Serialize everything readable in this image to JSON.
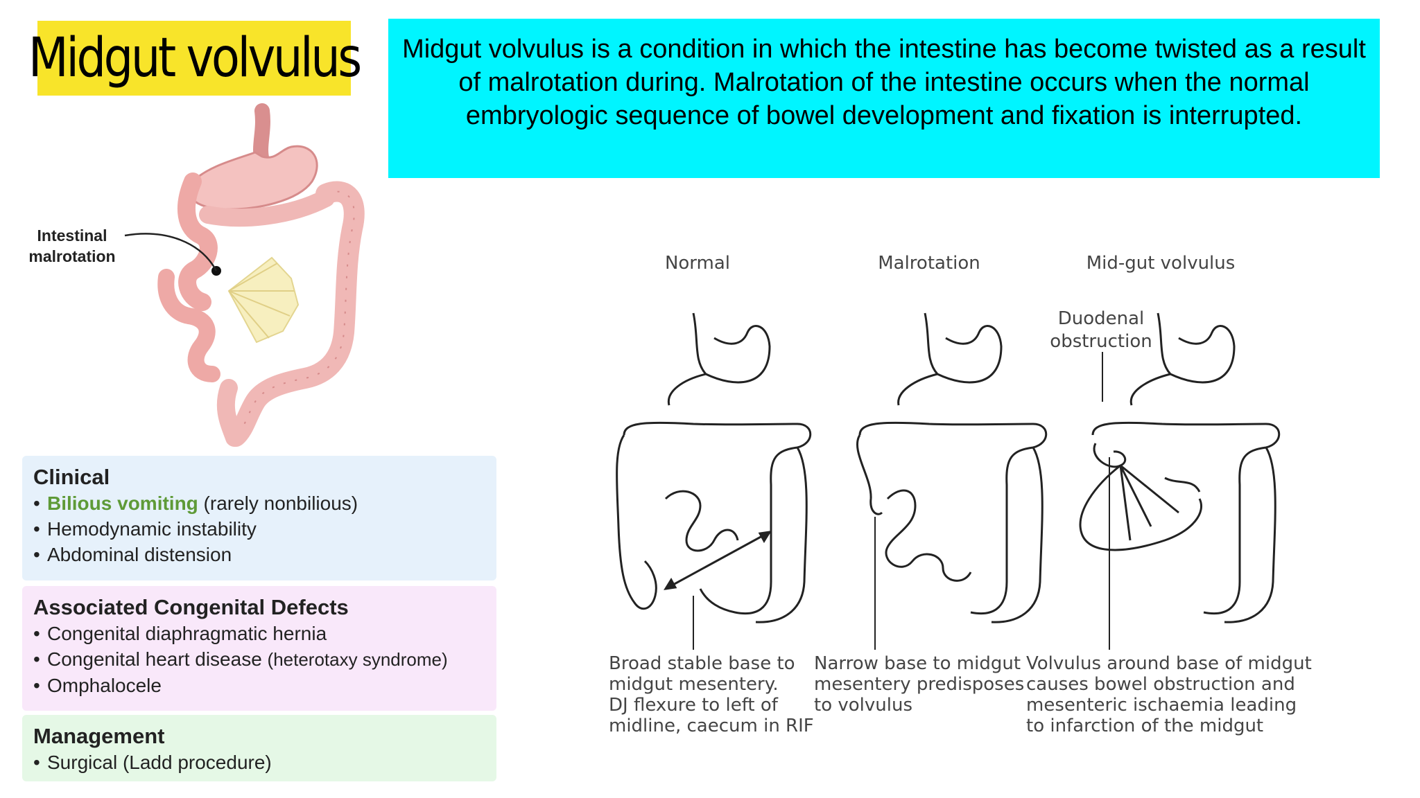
{
  "title": "Midgut volvulus",
  "description": "Midgut volvulus is a condition in which the intestine has become twisted as a result of malrotation during. Malrotation of the intestine occurs when the normal embryologic sequence of bowel development and fixation is interrupted.",
  "left_illustration": {
    "label_line1": "Intestinal",
    "label_line2": "malrotation"
  },
  "diagram": {
    "panels": [
      {
        "heading": "Normal",
        "caption": [
          "Broad stable base to",
          "midgut mesentery.",
          "DJ flexure to left of",
          "midline, caecum in RIF"
        ]
      },
      {
        "heading": "Malrotation",
        "caption": [
          "Narrow base to midgut",
          "mesentery predisposes",
          "to volvulus"
        ]
      },
      {
        "heading": "Mid-gut volvulus",
        "annotation": [
          "Duodenal",
          "obstruction"
        ],
        "caption": [
          "Volvulus around base of midgut",
          "causes bowel obstruction and",
          "mesenteric ischaemia leading",
          "to infarction of the midgut"
        ]
      }
    ]
  },
  "clinical": {
    "title": "Clinical",
    "items": [
      {
        "highlight": "Bilious vomiting",
        "text": " (rarely nonbilious)"
      },
      {
        "text": "Hemodynamic instability"
      },
      {
        "text": "Abdominal distension"
      }
    ]
  },
  "associated": {
    "title": "Associated Congenital Defects",
    "items": [
      {
        "text": "Congenital diaphragmatic hernia"
      },
      {
        "text": "Congenital heart disease",
        "note": "(heterotaxy syndrome)"
      },
      {
        "text": "Omphalocele"
      }
    ]
  },
  "management": {
    "title": "Management",
    "items": [
      {
        "text": "Surgical (Ladd procedure)"
      }
    ]
  },
  "colors": {
    "title_bg": "#f8e42a",
    "description_bg": "#00f5ff",
    "clinical_bg": "#e6f1fb",
    "associated_bg": "#f9e8fa",
    "management_bg": "#e5f8e6",
    "highlight_green": "#5e9a37"
  }
}
